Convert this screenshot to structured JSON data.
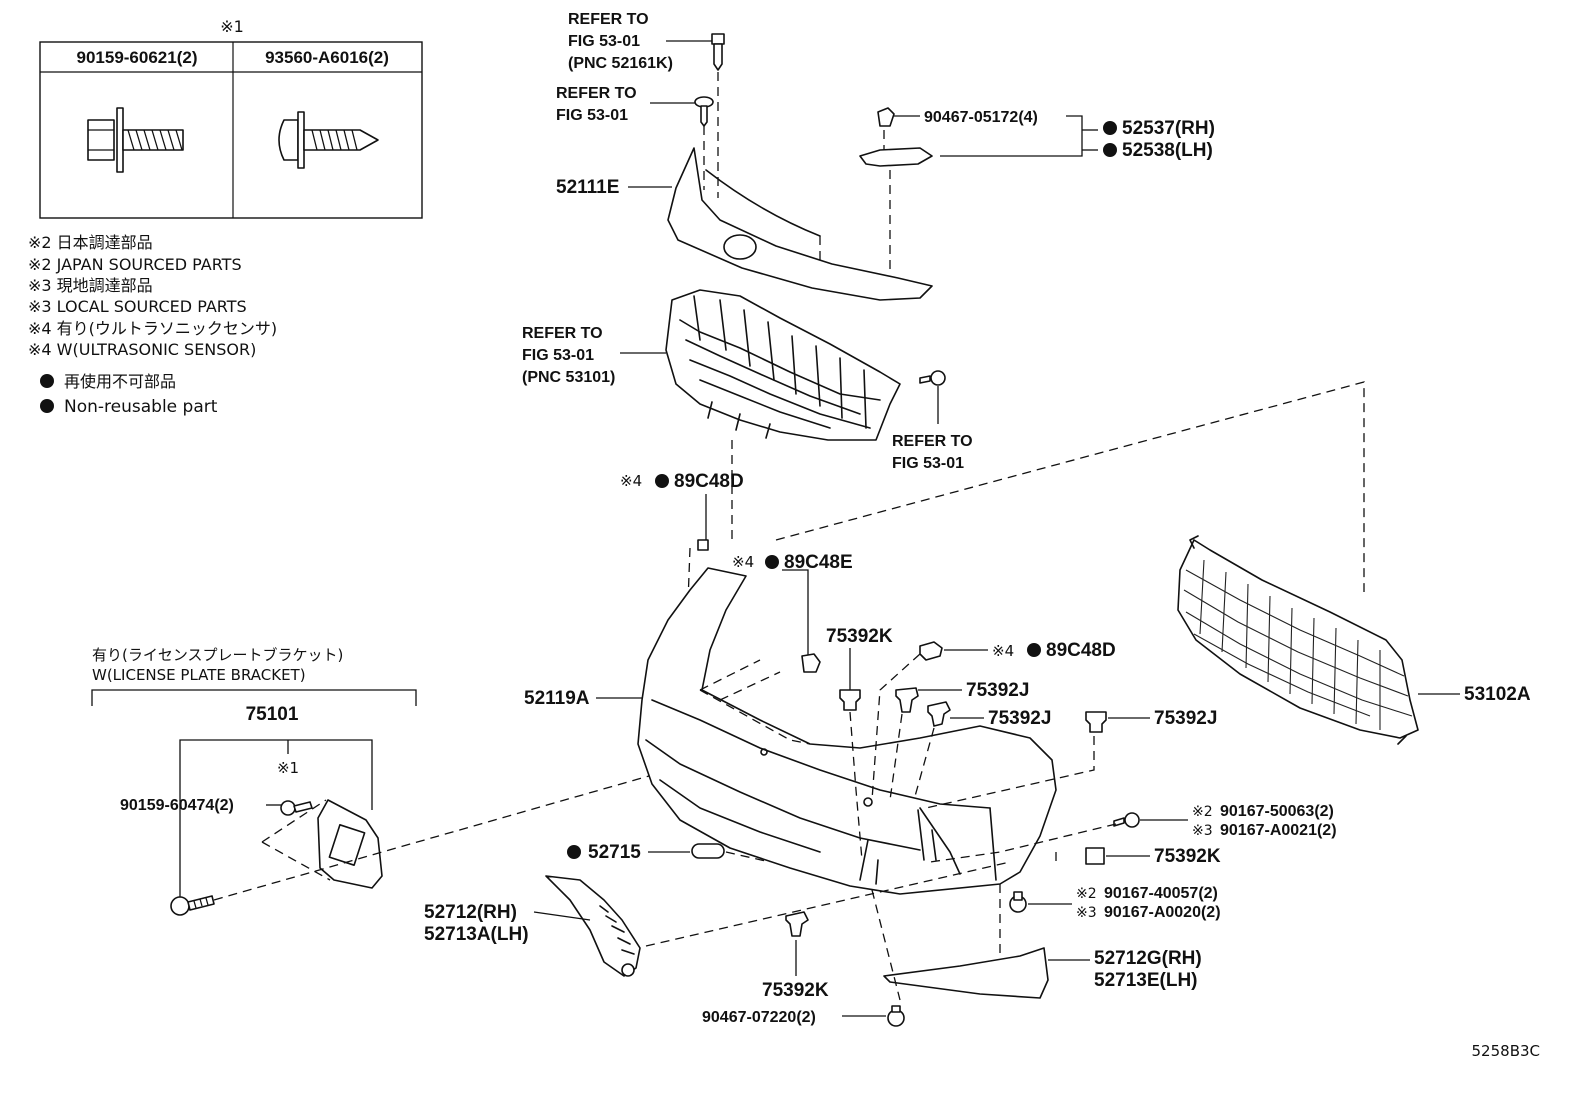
{
  "legend_table": {
    "mark": "※1",
    "col1": "90159-60621(2)",
    "col2": "93560-A6016(2)"
  },
  "notes": [
    "※2 日本調達部品",
    "※2 JAPAN SOURCED PARTS",
    "※3 現地調達部品",
    "※3 LOCAL SOURCED PARTS",
    "※4 有り(ウルトラソニックセンサ)",
    "※4 W(ULTRASONIC SENSOR)"
  ],
  "nonreusable": [
    "再使用不可部品",
    "Non-reusable part"
  ],
  "license_bracket": {
    "title_jp": "有り(ライセンスプレートブラケット)",
    "title_en": "W(LICENSE PLATE  BRACKET)",
    "part": "75101",
    "mark": "※1",
    "bolt": "90159-60474(2)"
  },
  "labels": {
    "refer1_l1": "REFER TO",
    "refer1_l2": "FIG 53-01",
    "refer1_l3": "(PNC 52161K)",
    "refer2_l1": "REFER TO",
    "refer2_l2": "FIG 53-01",
    "clip_90467_05172": "90467-05172(4)",
    "p52537": "52537(RH)",
    "p52538": "52538(LH)",
    "p52111E": "52111E",
    "refer3_l1": "REFER TO",
    "refer3_l2": "FIG 53-01",
    "refer3_l3": "(PNC 53101)",
    "refer4_l1": "REFER TO",
    "refer4_l2": "FIG 53-01",
    "s89C48D_top": "89C48D",
    "s89C48E": "89C48E",
    "p75392K_a": "75392K",
    "s89C48D_right": "89C48D",
    "p75392J_a": "75392J",
    "p75392J_b": "75392J",
    "p75392J_c": "75392J",
    "p52119A": "52119A",
    "p53102A": "53102A",
    "s90167_50063": "90167-50063(2)",
    "s90167_A0021": "90167-A0021(2)",
    "p75392K_b": "75392K",
    "p52715": "52715",
    "s90167_40057": "90167-40057(2)",
    "s90167_A0020": "90167-A0020(2)",
    "p52712": "52712(RH)",
    "p52713A": "52713A(LH)",
    "p52712G": "52712G(RH)",
    "p52713E": "52713E(LH)",
    "p75392K_c": "75392K",
    "clip_90467_07220": "90467-07220(2)",
    "mark2": "※2",
    "mark3": "※3",
    "mark4": "※4"
  },
  "figure_code": "5258B3C"
}
